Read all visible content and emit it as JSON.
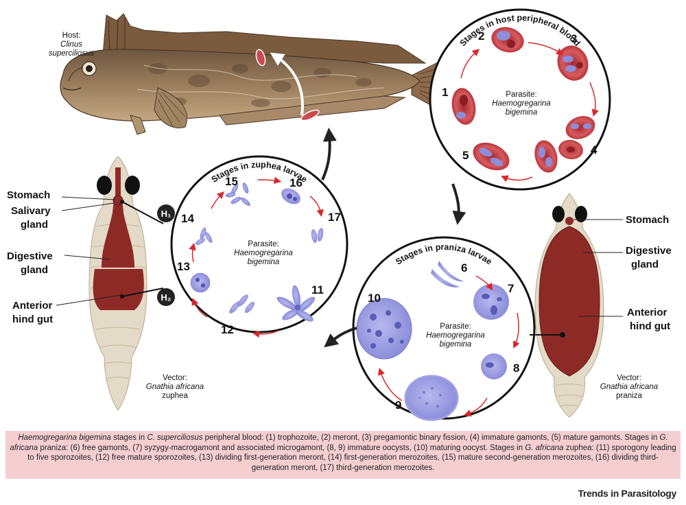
{
  "host": {
    "label": "Host:",
    "species": "Clinus",
    "species2": "superciliosus"
  },
  "circles": {
    "blood": {
      "title": "Stages in host peripheral blood",
      "parasite": "Parasite:",
      "genus": "Haemogregarina",
      "species": "bigemina"
    },
    "zuphea": {
      "title": "Stages in zuphea larvae",
      "parasite": "Parasite:",
      "genus": "Haemogregarina",
      "species": "bigemina"
    },
    "praniza": {
      "title": "Stages in praniza larvae",
      "parasite": "Parasite:",
      "genus": "Haemogregarina",
      "species": "bigemina"
    }
  },
  "stage_numbers": [
    "1",
    "2",
    "3",
    "4",
    "5",
    "6",
    "7",
    "8",
    "9",
    "10",
    "11",
    "12",
    "13",
    "14",
    "15",
    "16",
    "17"
  ],
  "left_labels": {
    "stomach": "Stomach",
    "salivary1": "Salivary",
    "salivary2": "gland",
    "digestive1": "Digestive",
    "digestive2": "gland",
    "hindgut1": "Anterior",
    "hindgut2": "hind gut"
  },
  "right_labels": {
    "stomach": "Stomach",
    "digestive1": "Digestive",
    "digestive2": "gland",
    "hindgut1": "Anterior",
    "hindgut2": "hind gut"
  },
  "badges": {
    "h1": "H₁",
    "h2": "H₂"
  },
  "vector_left": {
    "label": "Vector:",
    "species": "Gnathia africana",
    "stage": "zuphea"
  },
  "vector_right": {
    "label": "Vector:",
    "species": "Gnathia africana",
    "stage": "praniza"
  },
  "caption": {
    "p1": "Haemogregarina bigemina",
    "p2": " stages in ",
    "p3": "C. superciliosus",
    "p4": " peripheral blood: (1) trophozoite, (2) meront, (3) pregamontic binary fission, (4) immature gamonts, (5) mature gamonts. Stages in ",
    "p5": "G. africana",
    "p6": " praniza: (6) free gamonts, (7) syzygy-macrogamont and associated microgamont, (8, 9) immature oocysts, (10) maturing oocyst. Stages in ",
    "p7": "G. africana",
    "p8": " zuphea: (11) sporogony leading to five sporozoites, (12) free mature sporozoites, (13) dividing first-generation meront, (14) first-generation merozoites, (15) mature second-generation merozoites, (16) dividing third-generation meront, (17) third-generation merozoites."
  },
  "journal": "Trends in Parasitology",
  "colors": {
    "fish": "#8a6f52",
    "rbc": "#c9494f",
    "parasite": "#9b9be0",
    "arrow_red": "#d9282d",
    "gut": "#8e2a26",
    "body": "#e4dac8",
    "caption_bg": "#f5cfd0"
  }
}
